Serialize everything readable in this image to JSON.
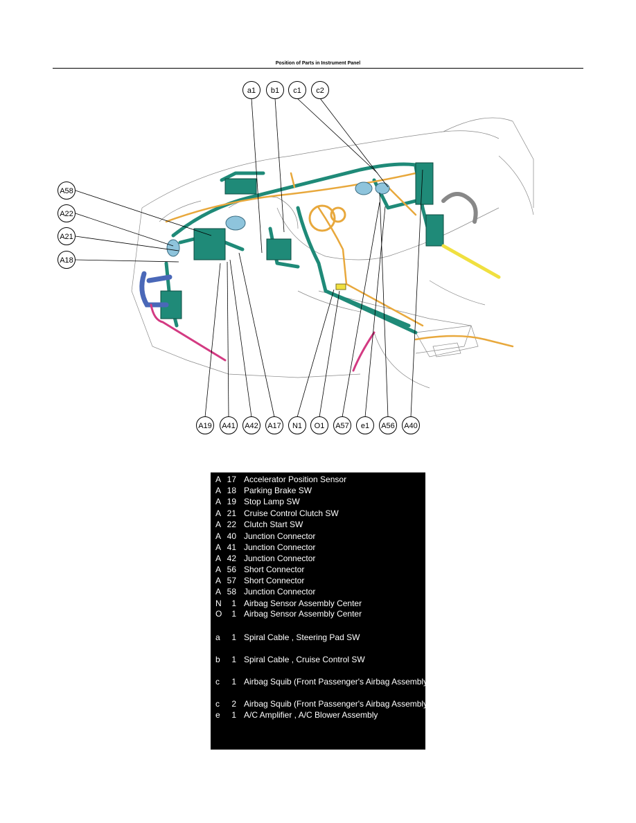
{
  "page": {
    "title": "Position of Parts in Instrument Panel"
  },
  "colors": {
    "harness_green": "#1f8a78",
    "harness_orange": "#e8a83c",
    "harness_blue": "#4a68b8",
    "harness_pink": "#d33a82",
    "harness_yellow": "#f0e040",
    "harness_lightblue": "#8ec4dc",
    "callout_fill": "#ffffff",
    "legend_bg": "#000000",
    "legend_text": "#ffffff"
  },
  "callouts": {
    "top": [
      "a1",
      "b1",
      "c1",
      "c2"
    ],
    "left": [
      "A58",
      "A22",
      "A21",
      "A18"
    ],
    "bottom": [
      "A19",
      "A41",
      "A42",
      "A17",
      "N1",
      "O1",
      "A57",
      "e1",
      "A56",
      "A40"
    ]
  },
  "legend": [
    {
      "letter": "A",
      "num": "17",
      "desc": "Accelerator Position Sensor"
    },
    {
      "letter": "A",
      "num": "18",
      "desc": "Parking Brake SW"
    },
    {
      "letter": "A",
      "num": "19",
      "desc": "Stop Lamp SW"
    },
    {
      "letter": "A",
      "num": "21",
      "desc": "Cruise Control Clutch SW"
    },
    {
      "letter": "A",
      "num": "22",
      "desc": "Clutch Start SW"
    },
    {
      "letter": "A",
      "num": "40",
      "desc": "Junction Connector"
    },
    {
      "letter": "A",
      "num": "41",
      "desc": "Junction Connector"
    },
    {
      "letter": "A",
      "num": "42",
      "desc": "Junction Connector"
    },
    {
      "letter": "A",
      "num": "56",
      "desc": "Short Connector"
    },
    {
      "letter": "A",
      "num": "57",
      "desc": "Short Connector"
    },
    {
      "letter": "A",
      "num": "58",
      "desc": "Junction Connector"
    },
    {
      "letter": "N",
      "num": "1",
      "desc": "Airbag Sensor Assembly Center"
    },
    {
      "letter": "O",
      "num": "1",
      "desc": "Airbag Sensor Assembly Center"
    },
    {
      "letter": "a",
      "num": "1",
      "desc": "Spiral Cable , Steering Pad SW"
    },
    {
      "letter": "b",
      "num": "1",
      "desc": "Spiral Cable , Cruise Control SW"
    },
    {
      "letter": "c",
      "num": "1",
      "desc": "Airbag Squib (Front Passenger's Airbag Assembly)"
    },
    {
      "letter": "c",
      "num": "2",
      "desc": "Airbag Squib (Front Passenger's Airbag Assembly)"
    },
    {
      "letter": "e",
      "num": "1",
      "desc": "A/C Amplifier , A/C Blower Assembly"
    }
  ]
}
